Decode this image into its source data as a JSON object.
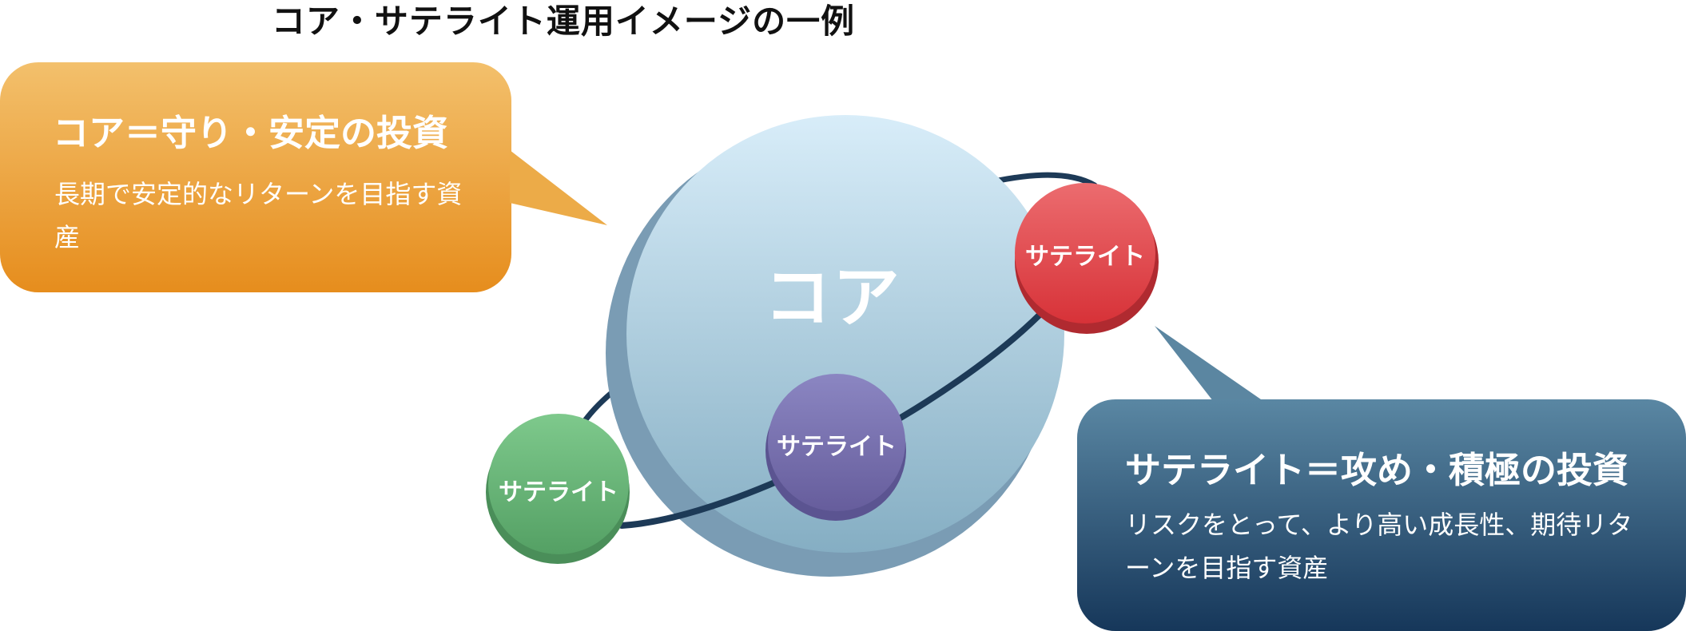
{
  "title": "コア・サテライト運用イメージの一例",
  "core_callout": {
    "title": "コア＝守り・安定の投資",
    "description": "長期で安定的なリターンを目指す資産"
  },
  "satellite_callout": {
    "title": "サテライト＝攻め・積極の投資",
    "description": "リスクをとって、より高い成長性、期待リターンを目指す資産"
  },
  "core_sphere": {
    "label": "コア"
  },
  "satellites": [
    {
      "label": "サテライト",
      "color": "#e24950"
    },
    {
      "label": "サテライト",
      "color": "#7a6fb0"
    },
    {
      "label": "サテライト",
      "color": "#62b374"
    }
  ],
  "colors": {
    "core_callout": "#eda23a",
    "satellite_callout": "#2d5374",
    "orbit": "#1d3a57",
    "core_sphere": "#a8cee2"
  }
}
